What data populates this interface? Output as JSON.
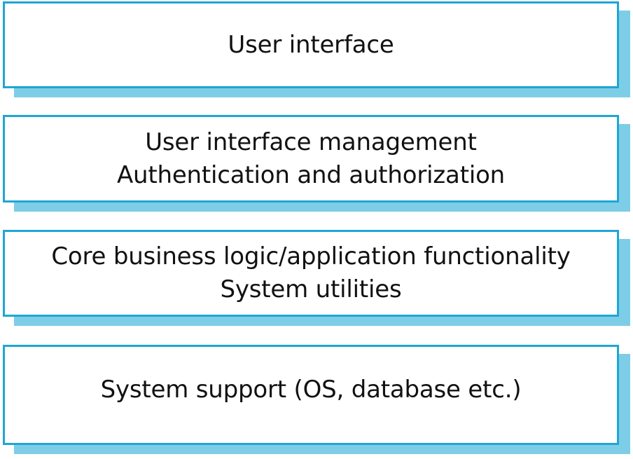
{
  "layers": [
    {
      "lines": [
        "User interface"
      ]
    },
    {
      "lines": [
        "User interface management",
        "Authentication and authorization"
      ]
    },
    {
      "lines": [
        "Core business logic/application functionality",
        "System utilities"
      ]
    },
    {
      "lines": [
        "System support (OS, database etc.)"
      ]
    }
  ],
  "colors": {
    "border": "#1ea6d5",
    "shadow": "#7ecde6",
    "fill": "#ffffff",
    "text": "#111111"
  }
}
